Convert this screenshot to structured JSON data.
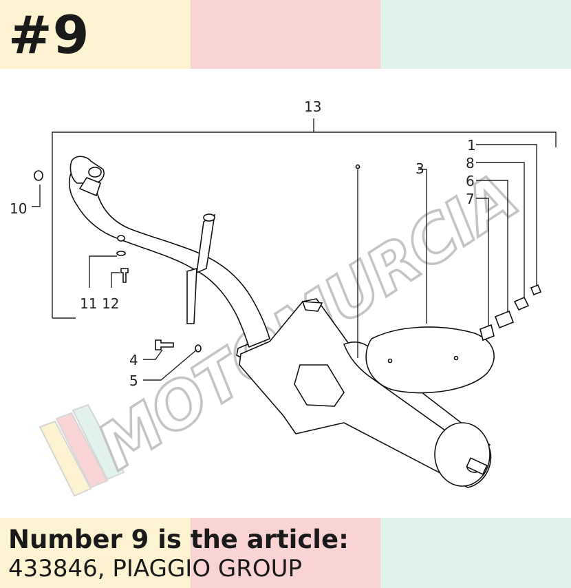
{
  "header": {
    "number": "#9"
  },
  "diagram": {
    "callouts": {
      "c1": "1",
      "c3": "3",
      "c4": "4",
      "c5": "5",
      "c6": "6",
      "c7": "7",
      "c8": "8",
      "c10": "10",
      "c11": "11",
      "c12": "12",
      "c13": "13"
    },
    "watermark": "MOTOMURCIA"
  },
  "footer": {
    "line1": "Number 9 is the article:",
    "line2": "433846, PIAGGIO GROUP"
  },
  "colors": {
    "yellow": "#fdf3d1",
    "pink": "#fad4d4",
    "mint": "#e1f3ec",
    "ink": "#1a1a1a"
  }
}
